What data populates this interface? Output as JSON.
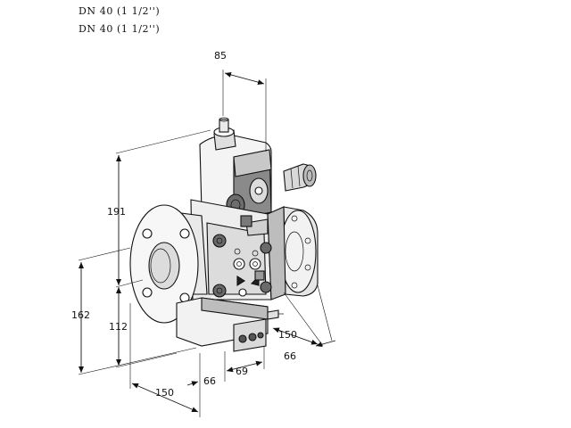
{
  "header": {
    "line1": "DN 40 (1 1/2'')",
    "line2": "DN 40 (1 1/2'')"
  },
  "dimensions": {
    "top_width": "85",
    "height_total": "191",
    "height_left": "162",
    "height_center": "112",
    "depth_right": "150",
    "depth_left": "150",
    "offset_right": "66",
    "offset_left": "66",
    "bottom_width": "69"
  },
  "colors": {
    "line": "#111111",
    "shade_dark": "#8a8a8a",
    "shade_mid": "#c8c8c8",
    "shade_light": "#ececec"
  }
}
